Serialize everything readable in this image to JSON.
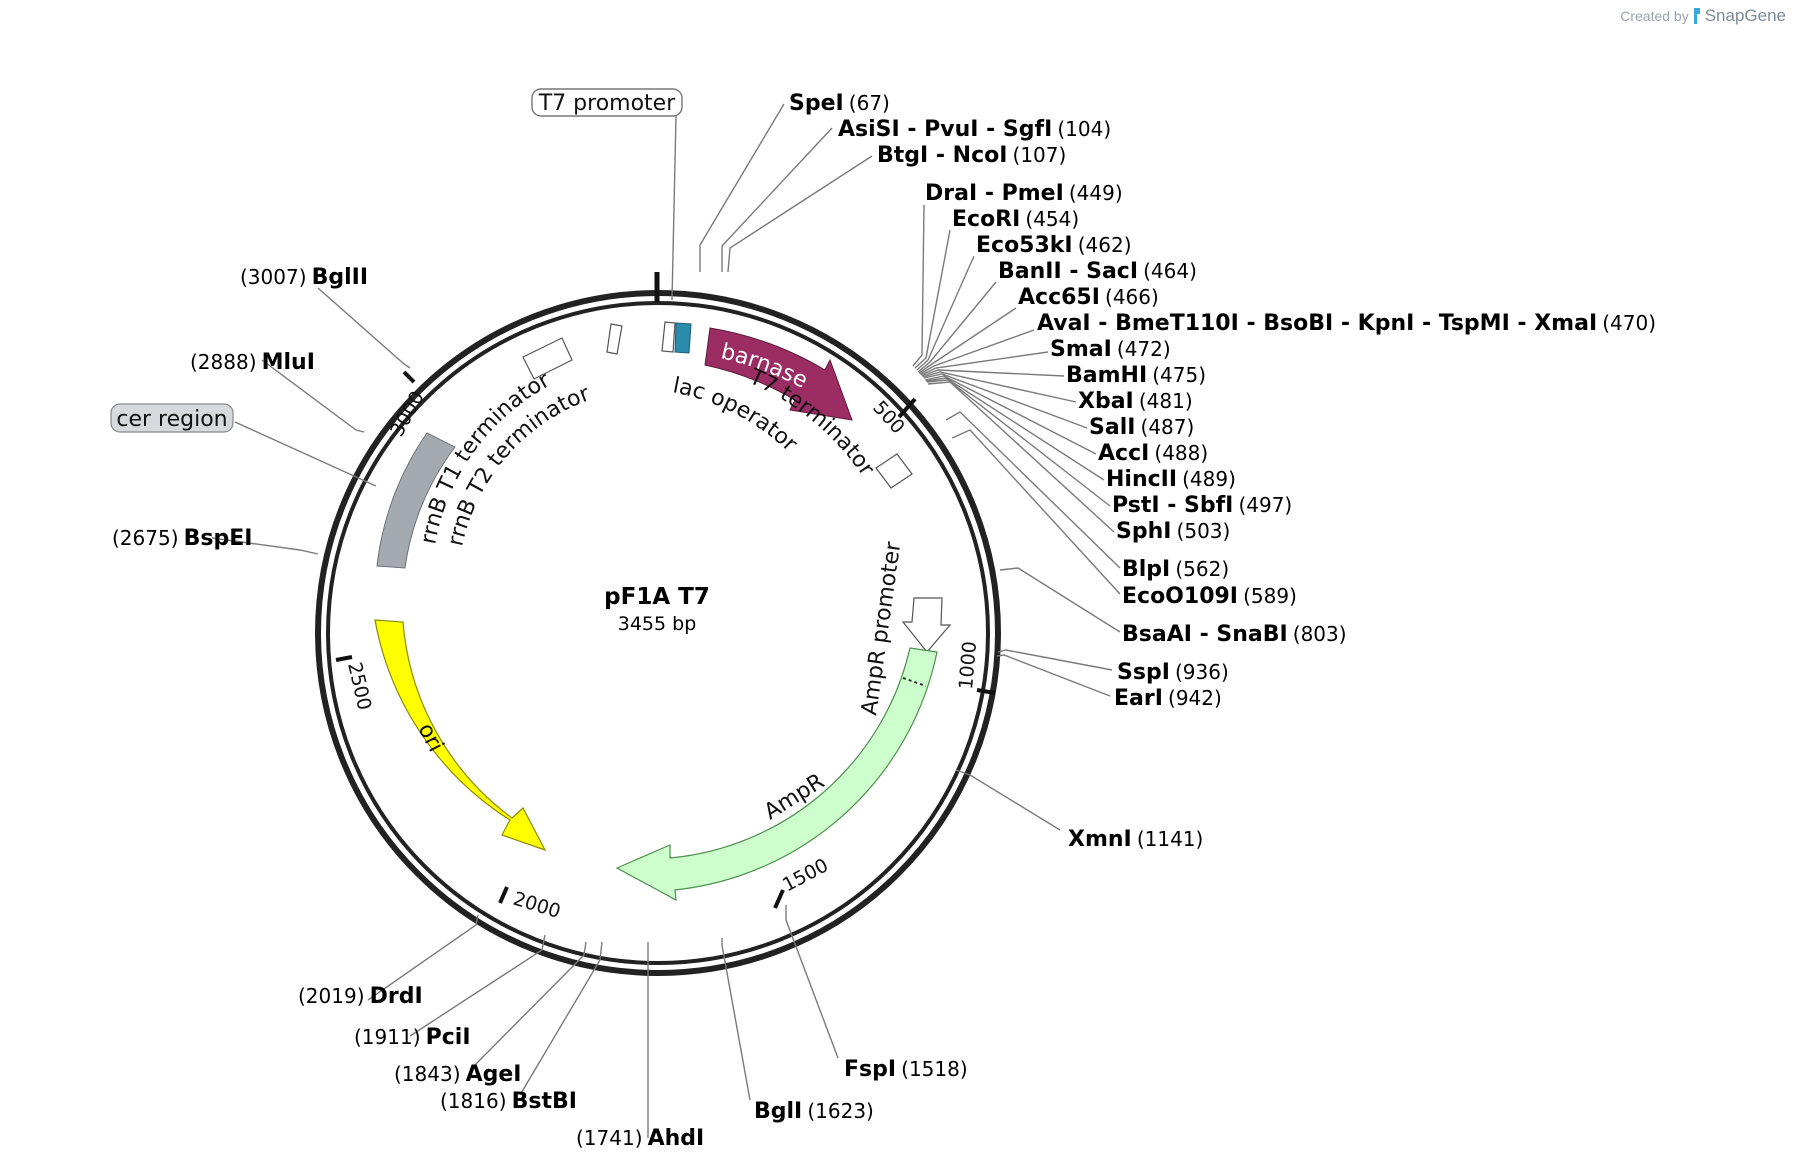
{
  "credit": {
    "created_by": "Created by",
    "brand": "SnapGene"
  },
  "plasmid": {
    "name": "pF1A T7",
    "length_label": "3455 bp"
  },
  "features": {
    "t7_promoter": "T7 promoter",
    "cer_region": "cer region",
    "barnase": "barnase",
    "t7_terminator": "T7 terminator",
    "lac_operator": "lac operator",
    "rrnb_t1": "rrnB T1 terminator",
    "rrnb_t2": "rrnB T2 terminator",
    "ampr_promoter": "AmpR promoter",
    "ampr": "AmpR",
    "ori": "ori"
  },
  "ticks": [
    "500",
    "1000",
    "1500",
    "2000",
    "2500",
    "3000"
  ],
  "sites": [
    {
      "names": [
        "SpeI"
      ],
      "pos": "(67)"
    },
    {
      "names": [
        "AsiSI",
        "- PvuI",
        "- SgfI"
      ],
      "pos": "(104)"
    },
    {
      "names": [
        "BtgI",
        "- NcoI"
      ],
      "pos": "(107)"
    },
    {
      "names": [
        "DraI",
        "- PmeI"
      ],
      "pos": "(449)"
    },
    {
      "names": [
        "EcoRI"
      ],
      "pos": "(454)"
    },
    {
      "names": [
        "Eco53kI"
      ],
      "pos": "(462)"
    },
    {
      "names": [
        "BanII",
        "- SacI"
      ],
      "pos": "(464)"
    },
    {
      "names": [
        "Acc65I"
      ],
      "pos": "(466)"
    },
    {
      "names": [
        "AvaI",
        "- BmeT110I",
        "- BsoBI",
        "- KpnI",
        "- TspMI",
        "- XmaI"
      ],
      "pos": "(470)"
    },
    {
      "names": [
        "SmaI"
      ],
      "pos": "(472)"
    },
    {
      "names": [
        "BamHI"
      ],
      "pos": "(475)"
    },
    {
      "names": [
        "XbaI"
      ],
      "pos": "(481)"
    },
    {
      "names": [
        "SalI"
      ],
      "pos": "(487)"
    },
    {
      "names": [
        "AccI"
      ],
      "pos": "(488)"
    },
    {
      "names": [
        "HincII"
      ],
      "pos": "(489)"
    },
    {
      "names": [
        "PstI",
        "- SbfI"
      ],
      "pos": "(497)"
    },
    {
      "names": [
        "SphI"
      ],
      "pos": "(503)"
    },
    {
      "names": [
        "BlpI"
      ],
      "pos": "(562)"
    },
    {
      "names": [
        "EcoO109I"
      ],
      "pos": "(589)"
    },
    {
      "names": [
        "BsaAI",
        "- SnaBI"
      ],
      "pos": "(803)"
    },
    {
      "names": [
        "SspI"
      ],
      "pos": "(936)"
    },
    {
      "names": [
        "EarI"
      ],
      "pos": "(942)"
    },
    {
      "names": [
        "XmnI"
      ],
      "pos": "(1141)"
    },
    {
      "names": [
        "FspI"
      ],
      "pos": "(1518)"
    },
    {
      "names": [
        "BglI"
      ],
      "pos": "(1623)"
    },
    {
      "names": [
        "AhdI"
      ],
      "pos": "(1741)"
    },
    {
      "names": [
        "BstBI"
      ],
      "pos": "(1816)"
    },
    {
      "names": [
        "AgeI"
      ],
      "pos": "(1843)"
    },
    {
      "names": [
        "PciI"
      ],
      "pos": "(1911)"
    },
    {
      "names": [
        "DrdI"
      ],
      "pos": "(2019)"
    },
    {
      "names": [
        "BspEI"
      ],
      "pos": "(2675)"
    },
    {
      "names": [
        "MluI"
      ],
      "pos": "(2888)"
    },
    {
      "names": [
        "BglII"
      ],
      "pos": "(3007)"
    }
  ]
}
